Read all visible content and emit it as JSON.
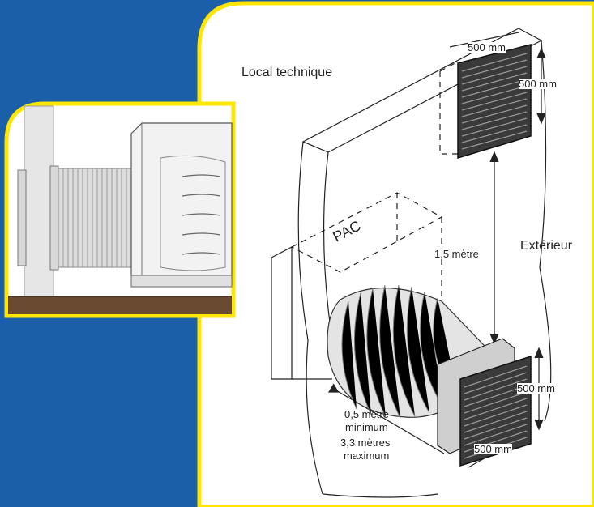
{
  "labels": {
    "local_technique": "Local technique",
    "pac": "PAC",
    "exterieur": "Extérieur",
    "vertical_distance": "1,5 mètre",
    "top_grille_width": "500 mm",
    "top_grille_height": "500 mm",
    "bottom_grille_height": "500 mm",
    "bottom_grille_width": "500 mm",
    "min_distance": "0,5 mètre",
    "min_label": "minimum",
    "max_distance": "3,3 mètres",
    "max_label": "maximum"
  },
  "colors": {
    "background_blue": "#1a5fa8",
    "border_yellow": "#ffe600",
    "floor_brown": "#6b4a32",
    "panel_white": "#ffffff"
  }
}
